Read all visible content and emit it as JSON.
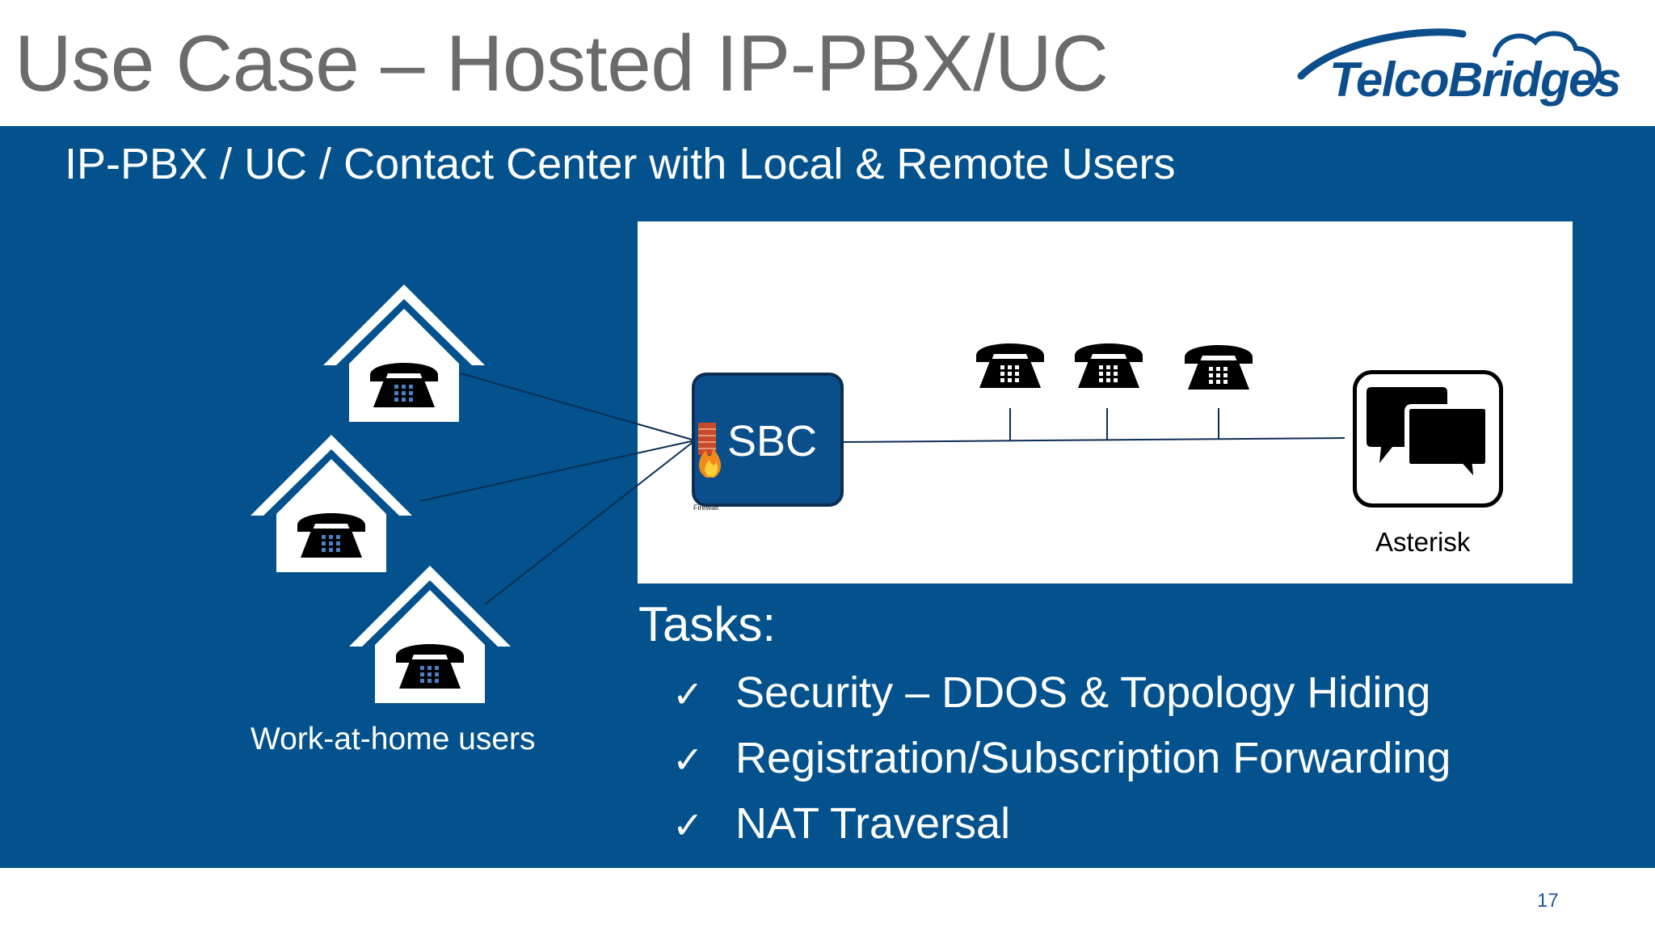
{
  "title": "Use Case – Hosted IP-PBX/UC",
  "logo": {
    "text": "TelcoBridges",
    "color": "#0c4e8c"
  },
  "subtitle": "IP-PBX / UC / Contact Center with Local & Remote Users",
  "colors": {
    "band": "#03528d",
    "title": "#6b6b6b",
    "panel": "#ffffff"
  },
  "diagram": {
    "sbc_label": "SBC",
    "firewall_label": "Firewall",
    "pbx_label": "Asterisk",
    "remote_label": "Work-at-home users",
    "icons": [
      "house-phone-icon",
      "desk-phone-icon",
      "speech-bubbles-icon",
      "firewall-icon"
    ]
  },
  "tasks": {
    "heading": "Tasks:",
    "check_glyph": "✓",
    "items": [
      "Security – DDOS & Topology Hiding",
      "Registration/Subscription Forwarding",
      "NAT Traversal"
    ]
  },
  "page_number": "17"
}
